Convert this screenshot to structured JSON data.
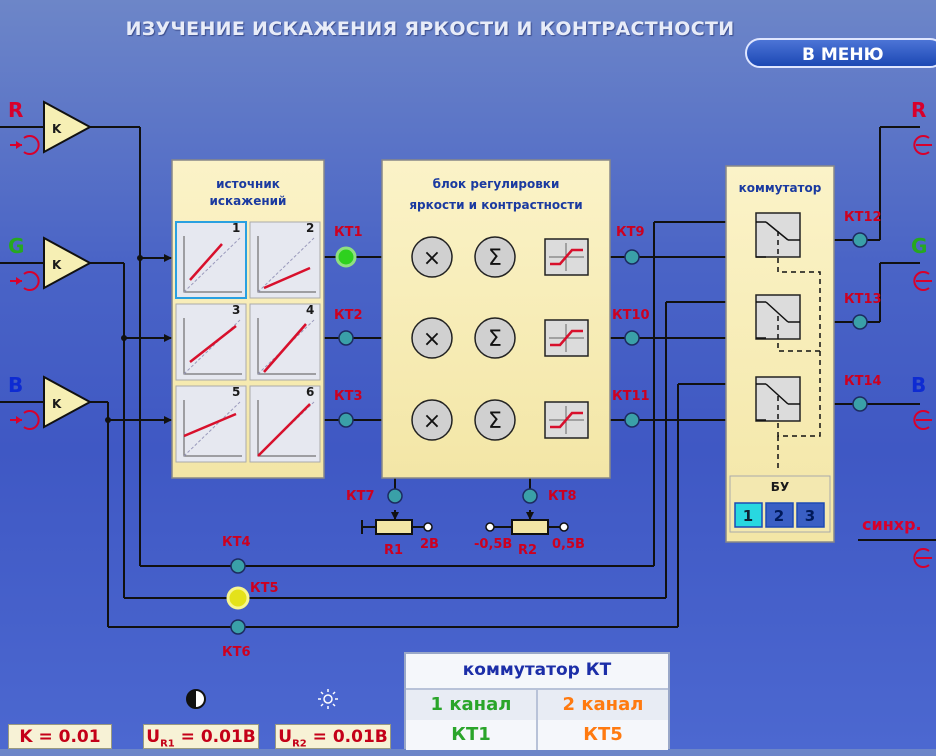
{
  "title": "ИЗУЧЕНИЕ ИСКАЖЕНИЯ ЯРКОСТИ И КОНТРАСТНОСТИ",
  "menu_button": "В МЕНЮ",
  "inputs": {
    "r": "R",
    "g": "G",
    "b": "B",
    "amp": "K"
  },
  "outputs": {
    "r": "R",
    "g": "G",
    "b": "B"
  },
  "source_block": {
    "title1": "источник",
    "title2": "искажений",
    "cells": [
      "1",
      "2",
      "3",
      "4",
      "5",
      "6"
    ]
  },
  "control_block": {
    "title1": "блок регулировки",
    "title2": "яркости и контрастности"
  },
  "switch_block": {
    "title": "коммутатор",
    "bu_label": "БУ",
    "bu_buttons": [
      "1",
      "2",
      "3"
    ]
  },
  "test_points": {
    "kt1": "КТ1",
    "kt2": "КТ2",
    "kt3": "КТ3",
    "kt4": "КТ4",
    "kt5": "КТ5",
    "kt6": "КТ6",
    "kt7": "КТ7",
    "kt8": "КТ8",
    "kt9": "КТ9",
    "kt10": "КТ10",
    "kt11": "КТ11",
    "kt12": "КТ12",
    "kt13": "КТ13",
    "kt14": "КТ14"
  },
  "r1": {
    "name": "R1",
    "value": "2В"
  },
  "r2": {
    "name": "R2",
    "min": "-0,5В",
    "max": "0,5В"
  },
  "sync_label": "синхр.",
  "kt_panel": {
    "title": "коммутатор КТ",
    "ch1_label": "1 канал",
    "ch2_label": "2 канал",
    "ch1_value": "КТ1",
    "ch2_value": "КТ5"
  },
  "status": {
    "k": "K = 0.01",
    "ur1_prefix": "U",
    "ur1_sub": "R1",
    "ur1_value": " = 0.01В",
    "ur2_prefix": "U",
    "ur2_sub": "R2",
    "ur2_value": " = 0.01В"
  },
  "colors": {
    "red": "#d8002c",
    "green": "#26a820",
    "blue": "#0e2bd2",
    "active_green": "#2ed11e",
    "active_yellow": "#e4e21a",
    "test_point": "#3aa0a8"
  }
}
